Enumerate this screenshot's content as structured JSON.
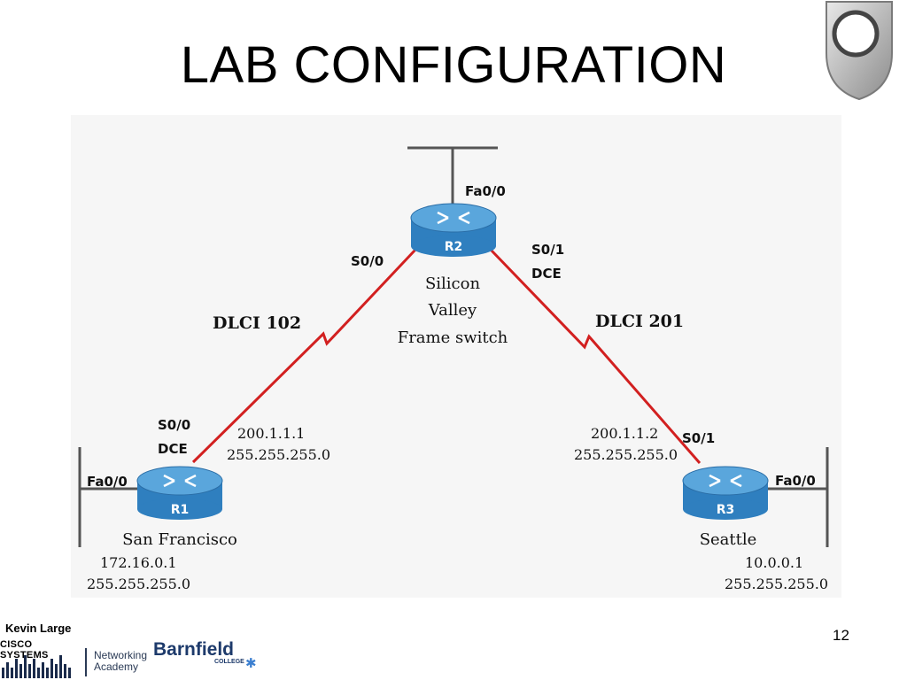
{
  "slide": {
    "title": "LAB CONFIGURATION",
    "author": "Kevin Large",
    "page_number": "12"
  },
  "diagram": {
    "routers": [
      {
        "id": "R2",
        "label": "R2",
        "location_lines": [
          "Silicon",
          "Valley",
          "Frame switch"
        ],
        "fa_interface": "Fa0/0"
      },
      {
        "id": "R1",
        "label": "R1",
        "location": "San Francisco",
        "fa_interface": "Fa0/0",
        "lan_ip": "172.16.0.1",
        "lan_mask": "255.255.255.0"
      },
      {
        "id": "R3",
        "label": "R3",
        "location": "Seattle",
        "fa_interface": "Fa0/0",
        "lan_ip": "10.0.0.1",
        "lan_mask": "255.255.255.0"
      }
    ],
    "links": [
      {
        "dlci": "DLCI 102",
        "r2_side": "S0/0",
        "r1_side_lines": [
          "S0/0",
          "DCE"
        ],
        "ip": "200.1.1.1",
        "mask": "255.255.255.0"
      },
      {
        "dlci": "DLCI 201",
        "r2_side_lines": [
          "S0/1",
          "DCE"
        ],
        "r3_side": "S0/1",
        "ip": "200.1.1.2",
        "mask": "255.255.255.0"
      }
    ],
    "colors": {
      "serial_link": "#d22020",
      "router_body": "#2f7fbf",
      "router_top": "#5aa6dc",
      "ethernet": "#555555"
    }
  },
  "footer": {
    "cisco_name": "CISCO SYSTEMS",
    "networking_academy_lines": [
      "Networking",
      "Academy"
    ],
    "college_name": "Barnfield",
    "college_sub": "COLLEGE"
  }
}
